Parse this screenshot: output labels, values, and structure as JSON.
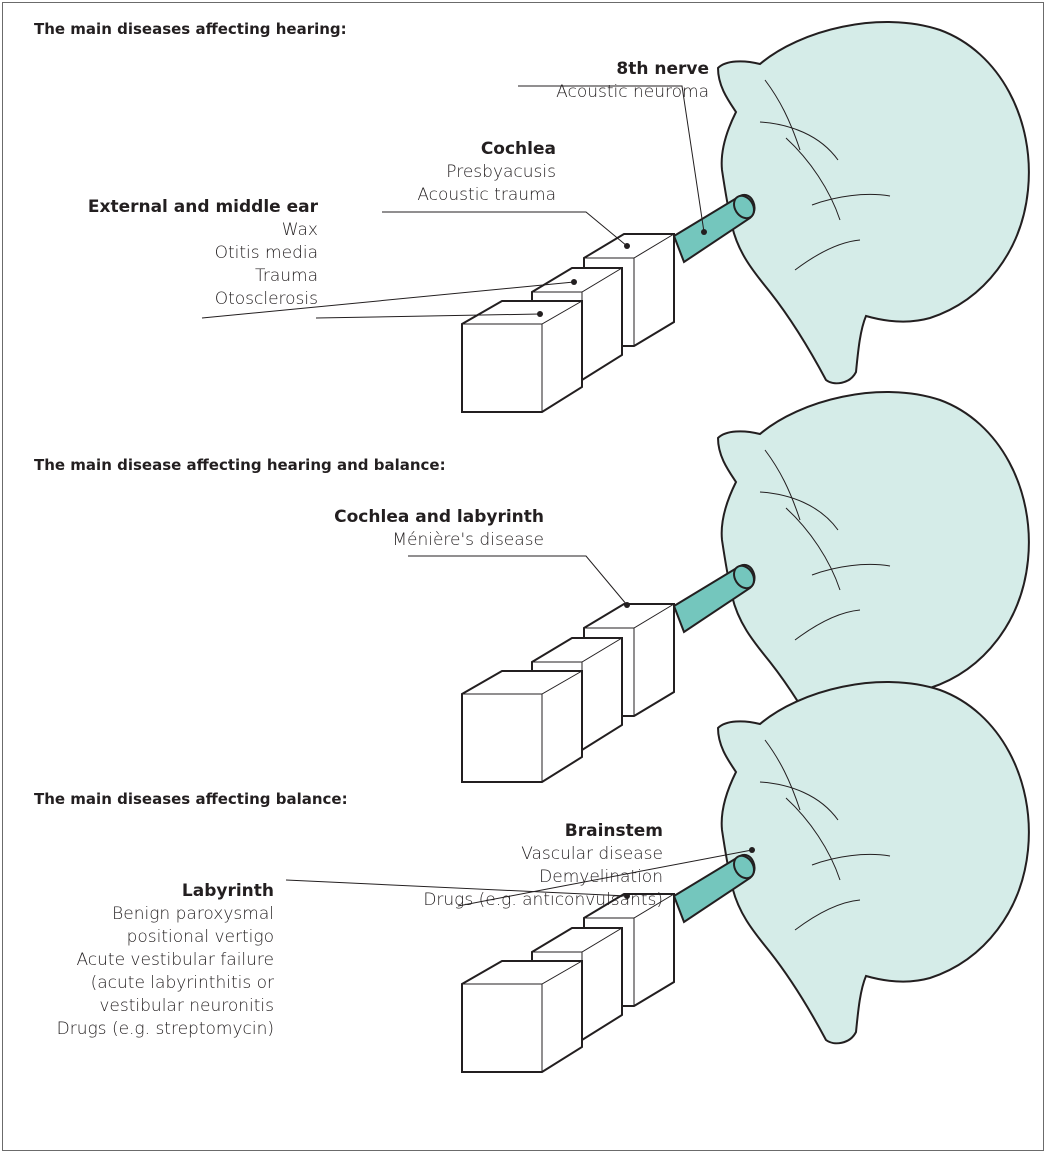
{
  "sections": [
    {
      "heading": "The main diseases affecting hearing:",
      "labels": {
        "nerve": {
          "title": "8th nerve",
          "items": [
            "Acoustic neuroma"
          ]
        },
        "cochlea": {
          "title": "Cochlea",
          "items": [
            "Presbyacusis",
            "Acoustic trauma"
          ]
        },
        "ear": {
          "title": "External and middle ear",
          "items": [
            "Wax",
            "Otitis media",
            "Trauma",
            "Otosclerosis"
          ]
        }
      }
    },
    {
      "heading": "The main disease affecting hearing and balance:",
      "labels": {
        "cochlea_labyrinth": {
          "title": "Cochlea and labyrinth",
          "items": [
            "Ménière's disease"
          ]
        }
      }
    },
    {
      "heading": "The main diseases affecting balance:",
      "labels": {
        "brainstem": {
          "title": "Brainstem",
          "items": [
            "Vascular disease",
            "Demyelination",
            "Drugs (e.g. anticonvulsants)"
          ]
        },
        "labyrinth": {
          "title": "Labyrinth",
          "items": [
            "Benign paroxysmal",
            "positional vertigo",
            "Acute vestibular failure",
            "(acute labyrinthitis or",
            "vestibular neuronitis",
            "Drugs (e.g. streptomycin)"
          ]
        }
      }
    }
  ],
  "colors": {
    "brain_fill": "#d5ece8",
    "nerve_fill": "#74c6bd",
    "stroke": "#231f20",
    "frame": "#6b6b6b"
  }
}
